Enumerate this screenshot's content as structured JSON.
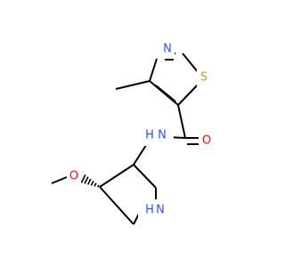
{
  "molecule": {
    "colors": {
      "bond": "#000000",
      "nitrogen": "#3050F8",
      "sulfur": "#C6A000",
      "oxygen": "#FF0D0D",
      "background": "#ffffff"
    },
    "atoms": [
      {
        "id": "n_thiazole",
        "element": "N",
        "label": "N"
      },
      {
        "id": "s_thiazole",
        "element": "S",
        "label": "S"
      },
      {
        "id": "o_carbonyl",
        "element": "O",
        "label": "O"
      },
      {
        "id": "n_amide",
        "element": "N",
        "label": "N"
      },
      {
        "id": "h_amide",
        "element": "H",
        "label": "H"
      },
      {
        "id": "o_methoxy",
        "element": "O",
        "label": "O"
      },
      {
        "id": "n_pyrrolidine",
        "element": "N",
        "label": "N"
      },
      {
        "id": "h_pyrrolidine",
        "element": "H",
        "label": "H"
      }
    ]
  }
}
